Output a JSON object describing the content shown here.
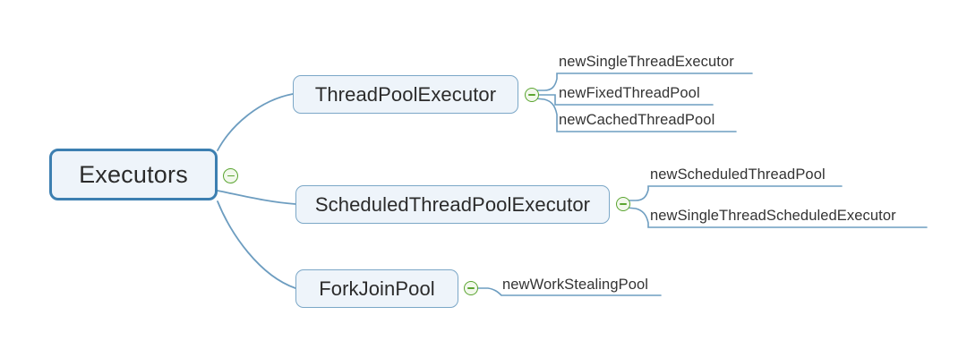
{
  "diagram": {
    "type": "mind-map",
    "title": "Executors",
    "background_color": "#ffffff",
    "colors": {
      "root_border": "#3c7fb1",
      "branch_border": "#7ba7c7",
      "node_fill": "#eef4fa",
      "edge": "#6d9dc0",
      "toggle_green": "#5ba531",
      "text": "#2b2b2b"
    },
    "root": {
      "label": "Executors",
      "toggle": {
        "icon": "collapse-minus-icon",
        "state": "expanded"
      }
    },
    "branches": [
      {
        "label": "ThreadPoolExecutor",
        "toggle": {
          "icon": "collapse-minus-icon",
          "state": "expanded"
        },
        "leaves": [
          {
            "label": "newSingleThreadExecutor"
          },
          {
            "label": "newFixedThreadPool"
          },
          {
            "label": "newCachedThreadPool"
          }
        ]
      },
      {
        "label": "ScheduledThreadPoolExecutor",
        "toggle": {
          "icon": "collapse-minus-icon",
          "state": "expanded"
        },
        "leaves": [
          {
            "label": "newScheduledThreadPool"
          },
          {
            "label": "newSingleThreadScheduledExecutor"
          }
        ]
      },
      {
        "label": "ForkJoinPool",
        "toggle": {
          "icon": "collapse-minus-icon",
          "state": "expanded"
        },
        "leaves": [
          {
            "label": "newWorkStealingPool"
          }
        ]
      }
    ]
  }
}
